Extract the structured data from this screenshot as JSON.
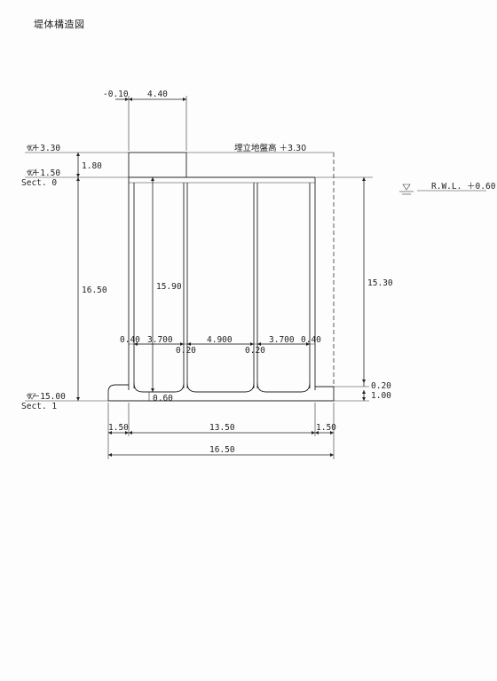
{
  "title": "堤体構造図",
  "labels": {
    "top_left_offset": "-0.10",
    "top_width": "4.40",
    "reclaimed_ground": "埋立地盤高 ＋3.30",
    "rwl": "R.W.L. ＋0.60",
    "level_top": "▽＋3.30",
    "level_mid": "▽＋1.50",
    "sect0": "Sect. 0",
    "level_bottom": "▽－15.00",
    "sect1": "Sect. 1",
    "dim_cap_height": "1.80",
    "dim_total_height": "16.50",
    "dim_inner_height": "15.90",
    "dim_right_height": "15.30",
    "dim_right_small": "0.20",
    "dim_right_base": "1.00",
    "dim_wall1": "0.40",
    "dim_cell1": "3.700",
    "dim_mid1": "0.20",
    "dim_cell2": "4.900",
    "dim_mid2": "0.20",
    "dim_cell3": "3.700",
    "dim_wall2": "0.40",
    "dim_base_inner": "0.60",
    "dim_foot_left": "1.50",
    "dim_span": "13.50",
    "dim_foot_right": "1.50",
    "dim_total_width": "16.50"
  },
  "colors": {
    "ink": "#222222",
    "paper": "#fdfdfd"
  }
}
